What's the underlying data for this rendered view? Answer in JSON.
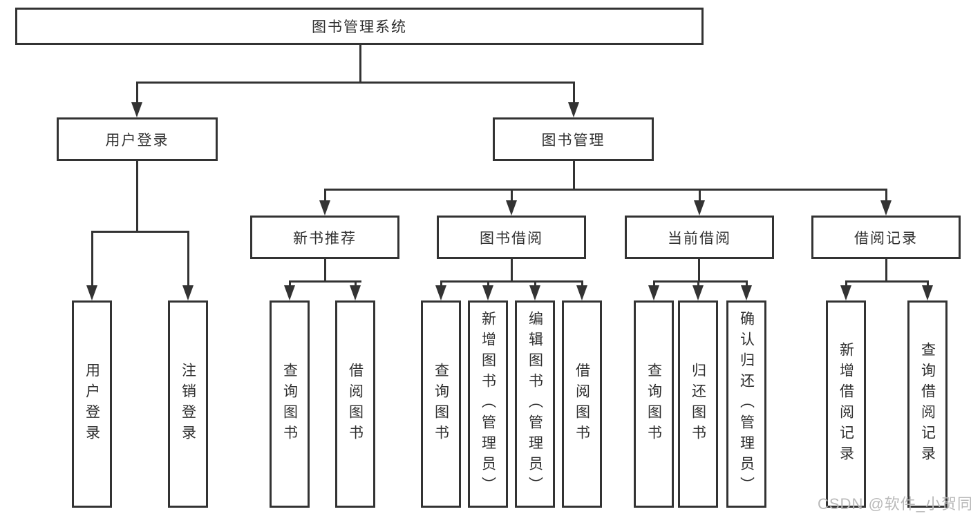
{
  "colors": {
    "line": "#333333",
    "text": "#2f2f2f",
    "watermark": "#b9b9b9",
    "background": "#ffffff"
  },
  "root": {
    "label": "图书管理系统"
  },
  "branches": {
    "user_login": {
      "label": "用户登录",
      "children": {
        "login": {
          "label": "用户登录"
        },
        "logout": {
          "label": "注销登录"
        }
      }
    },
    "book_mgmt": {
      "label": "图书管理",
      "children": {
        "new_book_rec": {
          "label": "新书推荐",
          "children": {
            "query_book": {
              "label": "查询图书"
            },
            "borrow_book": {
              "label": "借阅图书"
            }
          }
        },
        "book_borrow": {
          "label": "图书借阅",
          "children": {
            "query_book": {
              "label": "查询图书"
            },
            "add_book": {
              "label": "新增图书（管理员）"
            },
            "edit_book": {
              "label": "编辑图书（管理员）"
            },
            "borrow_book": {
              "label": "借阅图书"
            }
          }
        },
        "current_borrow": {
          "label": "当前借阅",
          "children": {
            "query_book": {
              "label": "查询图书"
            },
            "return_book": {
              "label": "归还图书"
            },
            "confirm_return": {
              "label": "确认归还（管理员）"
            }
          }
        },
        "borrow_records": {
          "label": "借阅记录",
          "children": {
            "add_record": {
              "label": "新增借阅记录"
            },
            "query_record": {
              "label": "查询借阅记录"
            }
          }
        }
      }
    }
  },
  "watermark": {
    "text": "CSDN @软件_小贺同学"
  }
}
